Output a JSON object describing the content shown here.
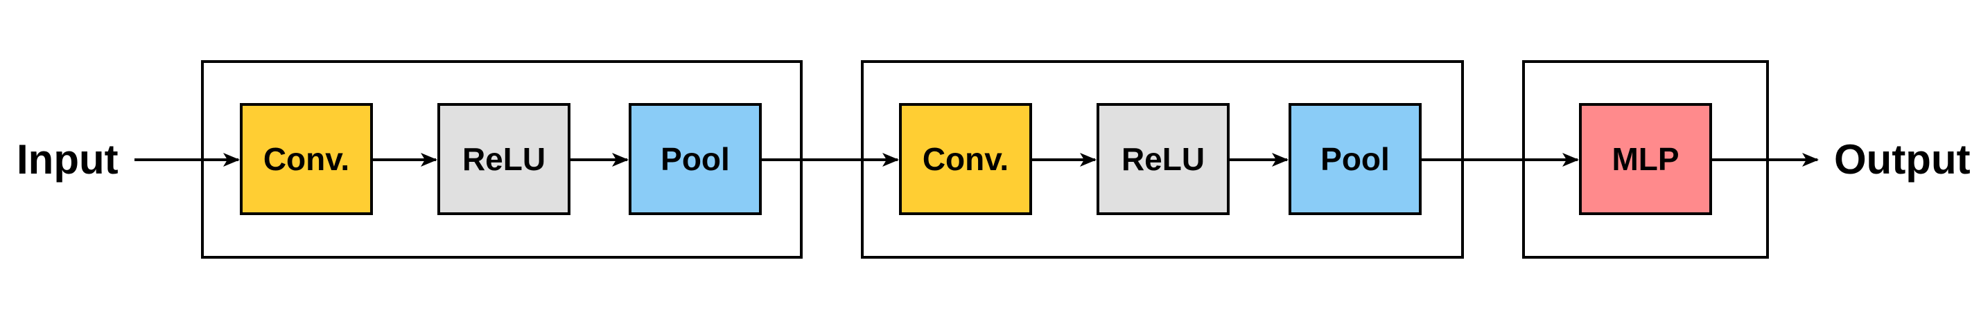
{
  "diagram": {
    "input_label": "Input",
    "output_label": "Output",
    "stages": [
      {
        "nodes": [
          {
            "label": "Conv.",
            "color": "#FFCE33"
          },
          {
            "label": "ReLU",
            "color": "#E0E0E0"
          },
          {
            "label": "Pool",
            "color": "#8ACCF7"
          }
        ]
      },
      {
        "nodes": [
          {
            "label": "Conv.",
            "color": "#FFCE33"
          },
          {
            "label": "ReLU",
            "color": "#E0E0E0"
          },
          {
            "label": "Pool",
            "color": "#8ACCF7"
          }
        ]
      },
      {
        "nodes": [
          {
            "label": "MLP",
            "color": "#FF8A8C"
          }
        ]
      }
    ]
  }
}
